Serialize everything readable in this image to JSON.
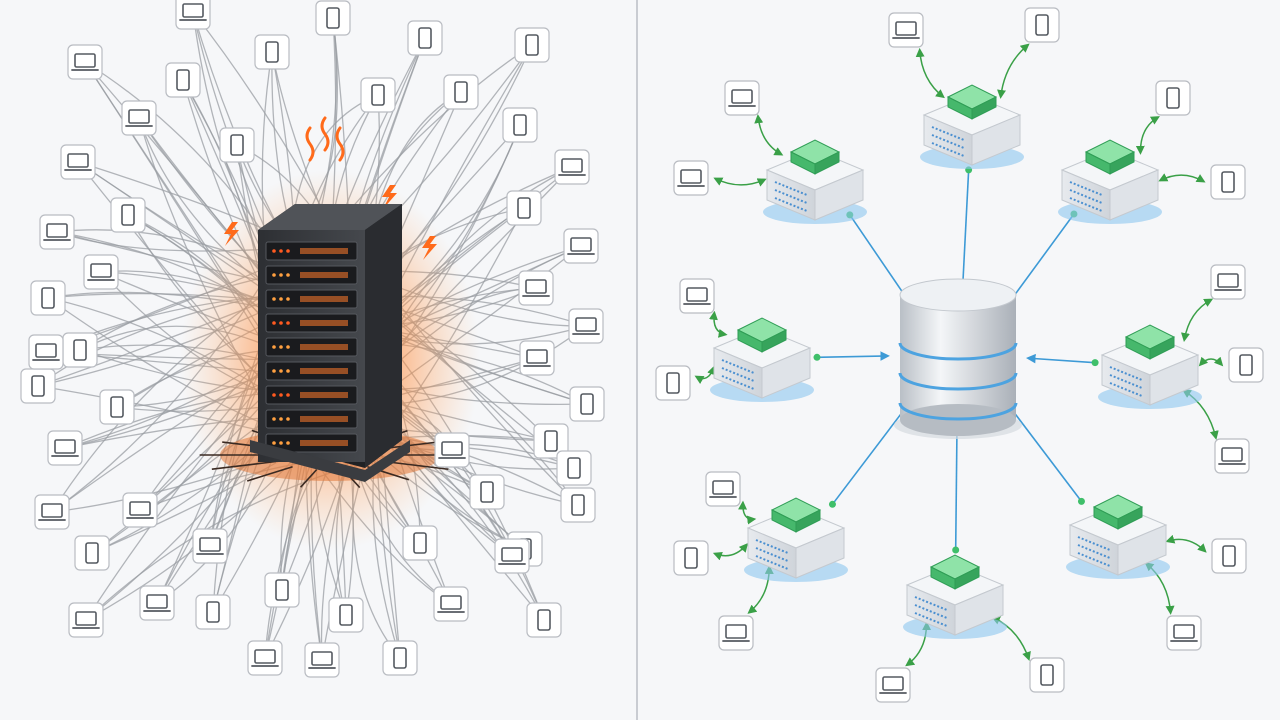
{
  "diagram": {
    "left_panel": {
      "center_node": {
        "kind": "server-tower",
        "state": "overloaded"
      },
      "clients": [
        {
          "type": "laptop"
        },
        {
          "type": "phone"
        },
        {
          "type": "phone"
        },
        {
          "type": "phone"
        },
        {
          "type": "laptop"
        },
        {
          "type": "phone"
        },
        {
          "type": "phone"
        },
        {
          "type": "phone"
        },
        {
          "type": "phone"
        },
        {
          "type": "laptop"
        },
        {
          "type": "phone"
        },
        {
          "type": "laptop"
        },
        {
          "type": "phone"
        },
        {
          "type": "laptop"
        },
        {
          "type": "laptop"
        },
        {
          "type": "phone"
        },
        {
          "type": "laptop"
        },
        {
          "type": "laptop"
        },
        {
          "type": "phone"
        },
        {
          "type": "laptop"
        },
        {
          "type": "phone"
        },
        {
          "type": "laptop"
        },
        {
          "type": "phone"
        },
        {
          "type": "laptop"
        },
        {
          "type": "phone"
        },
        {
          "type": "phone"
        },
        {
          "type": "laptop"
        },
        {
          "type": "phone"
        },
        {
          "type": "laptop"
        },
        {
          "type": "phone"
        },
        {
          "type": "phone"
        },
        {
          "type": "laptop"
        },
        {
          "type": "phone"
        },
        {
          "type": "laptop"
        },
        {
          "type": "phone"
        },
        {
          "type": "phone"
        },
        {
          "type": "laptop"
        },
        {
          "type": "laptop"
        },
        {
          "type": "phone"
        },
        {
          "type": "phone"
        },
        {
          "type": "phone"
        },
        {
          "type": "laptop"
        },
        {
          "type": "phone"
        },
        {
          "type": "laptop"
        },
        {
          "type": "phone"
        },
        {
          "type": "laptop"
        },
        {
          "type": "phone"
        },
        {
          "type": "laptop"
        },
        {
          "type": "phone"
        },
        {
          "type": "laptop"
        },
        {
          "type": "laptop"
        }
      ]
    },
    "right_panel": {
      "center_node": {
        "kind": "database"
      },
      "edge_nodes": [
        {
          "clients": [
            {
              "type": "laptop"
            },
            {
              "type": "laptop"
            }
          ]
        },
        {
          "clients": [
            {
              "type": "laptop"
            },
            {
              "type": "phone"
            }
          ]
        },
        {
          "clients": [
            {
              "type": "phone"
            },
            {
              "type": "phone"
            }
          ]
        },
        {
          "clients": [
            {
              "type": "laptop"
            },
            {
              "type": "phone"
            }
          ]
        },
        {
          "clients": [
            {
              "type": "laptop"
            },
            {
              "type": "phone"
            },
            {
              "type": "laptop"
            }
          ]
        },
        {
          "clients": [
            {
              "type": "laptop"
            },
            {
              "type": "phone"
            },
            {
              "type": "laptop"
            }
          ]
        },
        {
          "clients": [
            {
              "type": "laptop"
            },
            {
              "type": "phone"
            }
          ]
        },
        {
          "clients": [
            {
              "type": "phone"
            },
            {
              "type": "laptop"
            }
          ]
        }
      ]
    },
    "colors": {
      "background": "#f6f7f9",
      "divider": "#c9ccd2",
      "cable": "#9a9da3",
      "overload": "#ff6a1a",
      "server_body": "#3b3d41",
      "db_ring": "#4da3e0",
      "edge_arrow": "#3d9ad6",
      "edge_cache": "#3fbf6a",
      "client_arrow": "#3aa047",
      "client_card": "#ffffff"
    }
  }
}
